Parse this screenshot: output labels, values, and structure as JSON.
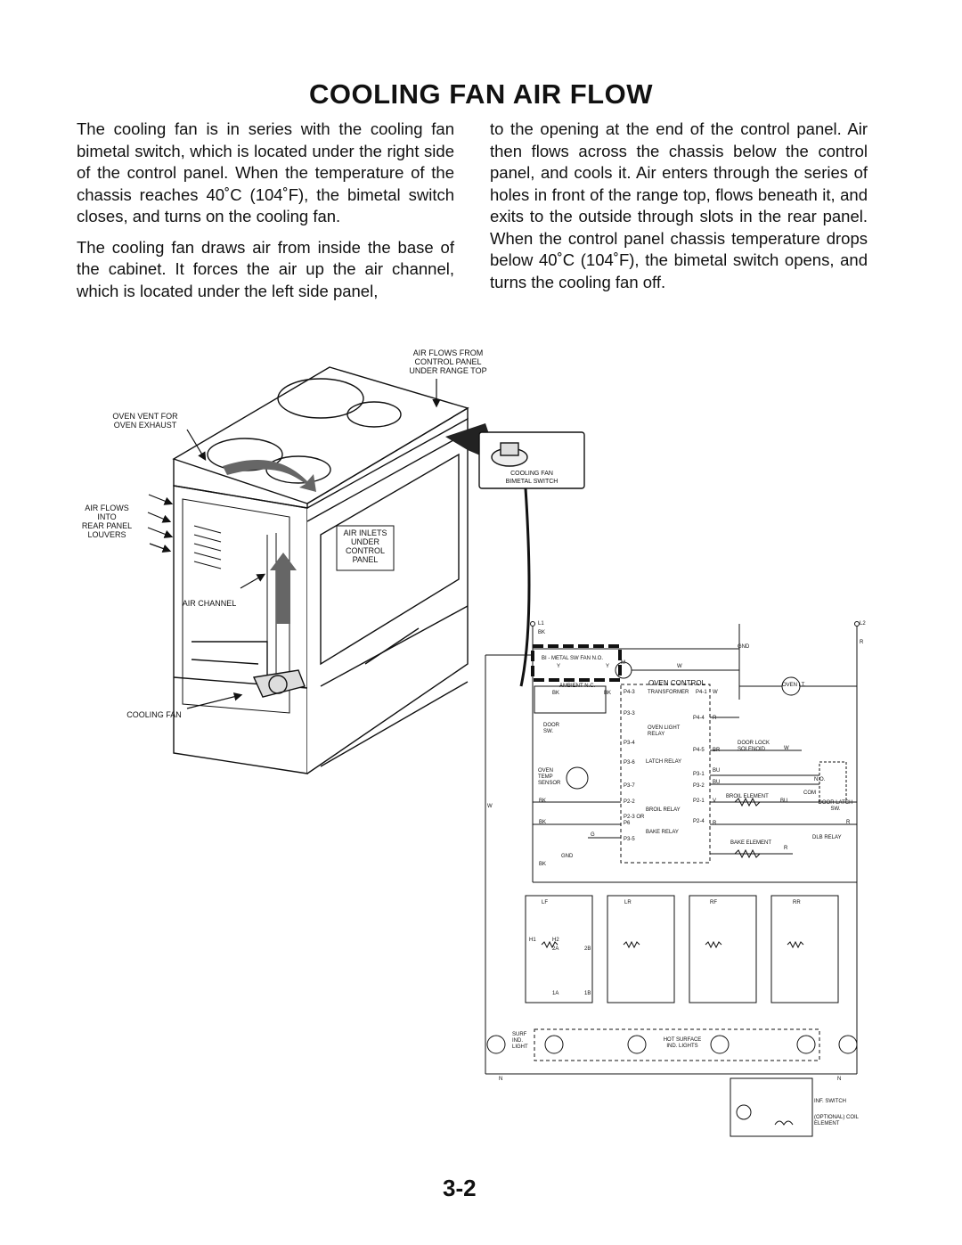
{
  "page": {
    "title": "COOLING FAN AIR FLOW",
    "page_number": "3-2"
  },
  "body_text": {
    "left": [
      "The cooling fan is in series with the cooling fan bimetal switch, which is located under the right side of the control panel. When the temperature of the chassis reaches 40˚C (104˚F), the bimetal switch  closes, and turns on the cooling fan.",
      "The cooling fan draws air from inside the base of the cabinet. It forces the air up the air channel, which is located under the left side panel,"
    ],
    "right": [
      "to the opening at the end of the control panel. Air then flows across the chassis below the control panel, and cools it. Air  enters through the series of holes in front of the range top, flows beneath it, and exits to the outside through slots in the rear panel. When the control panel chassis temperature drops below 40˚C (104˚F), the bimetal switch  opens, and turns the cooling fan off."
    ]
  },
  "airflow_diagram": {
    "air_flows_from": [
      "AIR FLOWS FROM",
      "CONTROL PANEL",
      "UNDER RANGE TOP"
    ],
    "oven_vent": [
      "OVEN VENT FOR",
      "OVEN EXHAUST"
    ],
    "air_flows_into": [
      "AIR FLOWS",
      "INTO",
      "REAR PANEL",
      "LOUVERS"
    ],
    "air_inlets": [
      "AIR INLETS",
      "UNDER",
      "CONTROL",
      "PANEL"
    ],
    "air_channel": "AIR CHANNEL",
    "cooling_fan": "COOLING FAN",
    "bimetal_switch": [
      "COOLING FAN",
      "BIMETAL SWITCH"
    ]
  },
  "wiring": {
    "l1": "L1",
    "l2": "L2",
    "n": "N",
    "labels": [
      "BK",
      "R",
      "GND",
      "BI - METAL SW FAN N.O.",
      "Y",
      "Y",
      "M",
      "W",
      "AMBIENT N.C.",
      "BK",
      "BK",
      "OVEN CONTROL",
      "P4-3",
      "TRANSFORMER",
      "P4-1",
      "W",
      "OVEN LT.",
      "P3-3",
      "P4-4",
      "R",
      "DOOR SW.",
      "OVEN LIGHT RELAY",
      "P3-4",
      "P4-5",
      "BR",
      "DOOR LOCK SOLENOID",
      "W",
      "P3-6",
      "LATCH RELAY",
      "OVEN TEMP SENSOR",
      "P3-1",
      "BU",
      "P3-7",
      "P3-2",
      "BU",
      "N.O.",
      "COM",
      "BK",
      "P2-2",
      "P2-1",
      "V",
      "BROIL ELEMENT",
      "BU",
      "DOOR LATCH SW.",
      "W",
      "BROIL RELAY",
      "BK",
      "P2-3 OR P6",
      "P2-4",
      "R",
      "R",
      "BAKE RELAY",
      "DLB RELAY",
      "G",
      "P3-5",
      "BAKE ELEMENT",
      "R",
      "GND",
      "BK",
      "LF",
      "LR",
      "RF",
      "RR",
      "H1",
      "H2",
      "2A",
      "2B",
      "1A",
      "1B",
      "SURF IND. LIGHT",
      "HOT SURFACE IND. LIGHTS",
      "INF. SWITCH",
      "(OPTIONAL) COIL ELEMENT"
    ]
  }
}
